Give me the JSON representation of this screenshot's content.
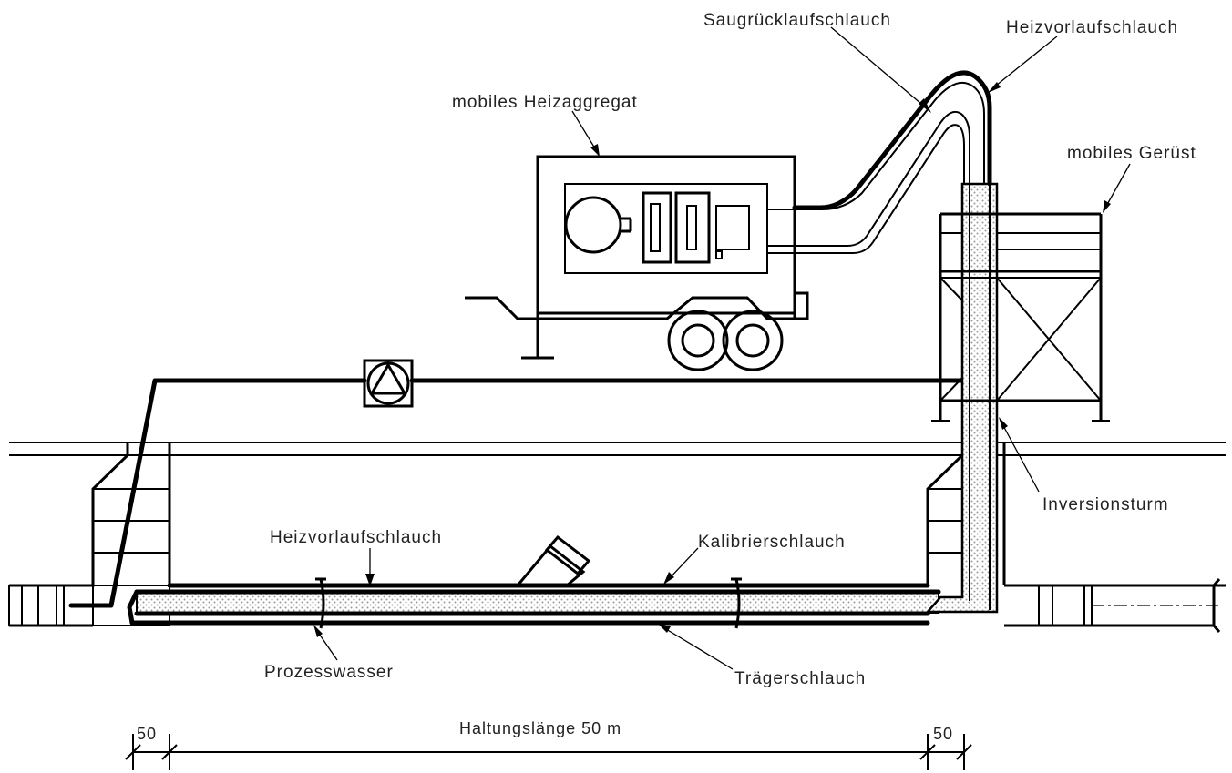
{
  "labels": {
    "saugruecklauf": "Saugrücklaufschlauch",
    "heizvorlauf_top": "Heizvorlaufschlauch",
    "heizaggregat": "mobiles Heizaggregat",
    "geruest": "mobiles Gerüst",
    "inversionsturm": "Inversionsturm",
    "heizvorlauf_bottom": "Heizvorlaufschlauch",
    "kalibrierschlauch": "Kalibrierschlauch",
    "prozesswasser": "Prozesswasser",
    "traegerschlauch": "Trägerschlauch"
  },
  "dimensions": {
    "left": "50",
    "main": "Haltungslänge 50 m",
    "right": "50"
  },
  "colors": {
    "line": "#000000",
    "fill_hatch": "#b9b9b9",
    "background": "#ffffff"
  }
}
